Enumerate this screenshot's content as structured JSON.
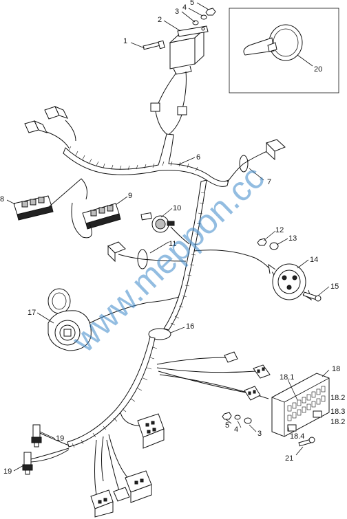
{
  "labels": {
    "l1": "1",
    "l2": "2",
    "l3a": "3",
    "l4a": "4",
    "l5a": "5",
    "l6": "6",
    "l7": "7",
    "l8": "8",
    "l9": "9",
    "l10": "10",
    "l11": "11",
    "l12": "12",
    "l13": "13",
    "l14": "14",
    "l15": "15",
    "l16": "16",
    "l17": "17",
    "l18": "18",
    "l181": "18.1",
    "l182a": "18.2",
    "l183": "18.3",
    "l182b": "18.2",
    "l184": "18.4",
    "l19a": "19",
    "l19b": "19",
    "l20": "20",
    "l21": "21",
    "l5b": "5",
    "l4b": "4",
    "l3b": "3"
  },
  "watermark": "www.meppon.cc"
}
